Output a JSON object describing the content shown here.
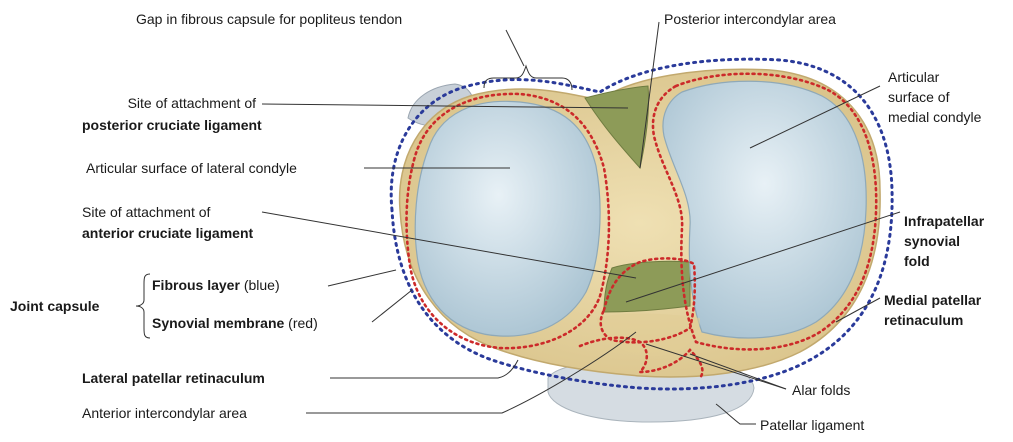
{
  "labels": {
    "gap_popliteus": "Gap in fibrous capsule for popliteus tendon",
    "posterior_intercondylar": "Posterior intercondylar area",
    "pcl_line1": "Site of attachment of",
    "pcl_line2": "posterior cruciate ligament",
    "lateral_condyle": "Articular surface of lateral condyle",
    "acl_line1": "Site of attachment of",
    "acl_line2": "anterior cruciate ligament",
    "joint_capsule": "Joint capsule",
    "fibrous_layer": "Fibrous layer",
    "fibrous_layer_note": "(blue)",
    "synovial_membrane": "Synovial membrane",
    "synovial_membrane_note": "(red)",
    "lateral_patellar_retinaculum": "Lateral patellar retinaculum",
    "anterior_intercondylar": "Anterior intercondylar area",
    "medial_condyle_1": "Articular",
    "medial_condyle_2": "surface of",
    "medial_condyle_3": "medial condyle",
    "infrapatellar_1": "Infrapatellar",
    "infrapatellar_2": "synovial",
    "infrapatellar_3": "fold",
    "medial_patellar_1": "Medial patellar",
    "medial_patellar_2": "retinaculum",
    "alar_folds": "Alar folds",
    "patellar_ligament": "Patellar ligament"
  },
  "colors": {
    "bone": "#e6d4a2",
    "bone_edge": "#c9b27a",
    "cartilage": "#bcd3e0",
    "cartilage_light": "#e4eef4",
    "ligament_area": "#8b9a5a",
    "fibrous_layer": "#2a3a9a",
    "synovial_membrane": "#cc2a2a",
    "patellar_ligament": "#cdd5dc",
    "leader": "#333333"
  }
}
